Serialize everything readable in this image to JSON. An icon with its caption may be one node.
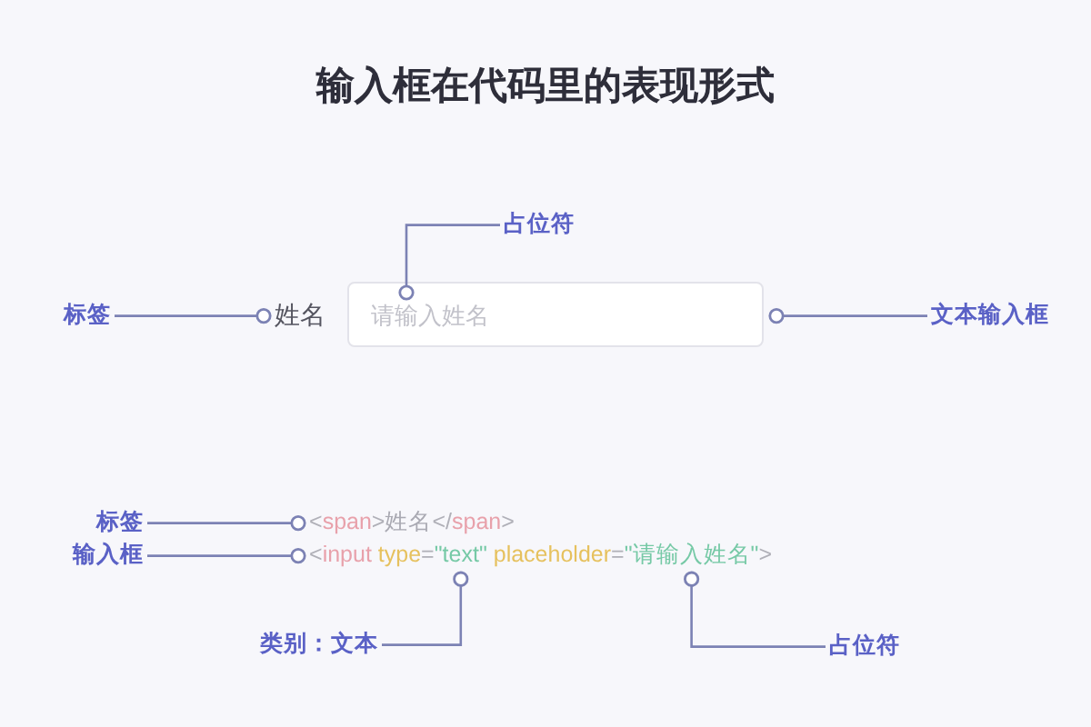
{
  "diagram": {
    "title": "输入框在代码里的表现形式",
    "nodes": [
      {
        "text": [
          "占位符"
        ]
      },
      {
        "text": [
          "标签"
        ]
      },
      {
        "text": [
          "姓名"
        ]
      },
      {
        "text": [],
        "shape": "box"
      },
      {
        "text": [
          "请输入姓名"
        ],
        "in": 3
      },
      {
        "text": [
          "文本输入框"
        ]
      },
      {
        "text": [
          "标签"
        ]
      },
      {
        "text": [
          "<span>姓名</span>"
        ]
      },
      {
        "text": [
          "输入框"
        ]
      },
      {
        "text": [
          "<input type=\"text\" placeholder=\"请输入姓名\">"
        ]
      },
      {
        "text": [
          "类别：文本"
        ]
      },
      {
        "text": [
          "占位符"
        ]
      }
    ],
    "edges": [
      {
        "from": 0,
        "to": 4,
        "arrow": "other"
      },
      {
        "from": 1,
        "to": 2,
        "arrow": "other"
      },
      {
        "from": 5,
        "to": 3,
        "arrow": "other"
      },
      {
        "from": 6,
        "to": 7,
        "arrow": "other"
      },
      {
        "from": 8,
        "to": 9,
        "arrow": "other"
      },
      {
        "from": 10,
        "to": 9,
        "arrow": "other"
      },
      {
        "from": 11,
        "to": 9,
        "arrow": "other"
      }
    ]
  }
}
